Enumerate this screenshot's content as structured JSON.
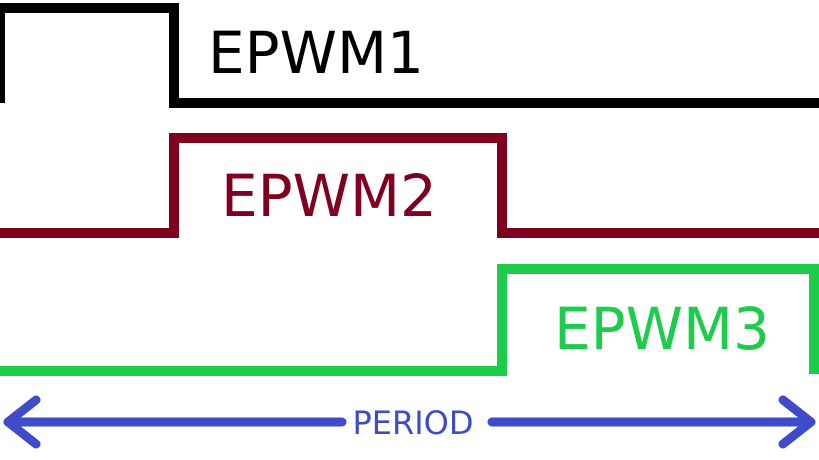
{
  "signals": [
    {
      "label": "EPWM1",
      "color": "#000000"
    },
    {
      "label": "EPWM2",
      "color": "#800020"
    },
    {
      "label": "EPWM3",
      "color": "#1ccc4a"
    }
  ],
  "period": {
    "label": "PERIOD",
    "color": "#3f4bc8"
  }
}
